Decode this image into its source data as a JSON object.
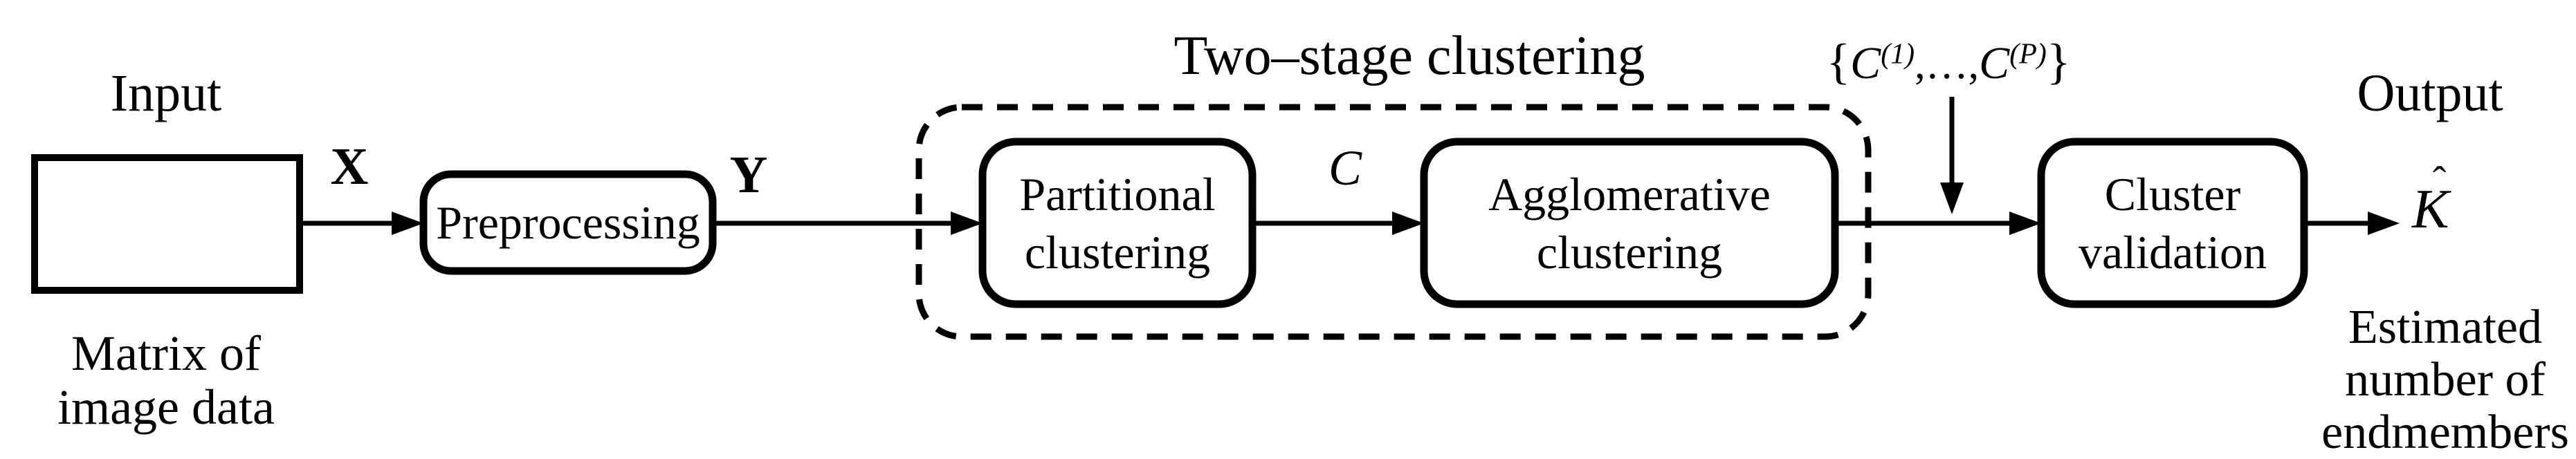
{
  "diagram": {
    "background": "#ffffff",
    "ink": "#000000",
    "input": {
      "title": "Input",
      "caption": [
        "Matrix of",
        "image data"
      ]
    },
    "signals": {
      "x": "X",
      "y": "Y",
      "c": "C",
      "k_hat": {
        "letter": "K",
        "hat": "ˆ"
      }
    },
    "two_stage": {
      "title": "Two–stage clustering"
    },
    "ensemble_label": {
      "open_brace": "{",
      "c_first": "C",
      "sup_first": "(1)",
      "separator": ",…,",
      "c_last": "C",
      "sup_last": "(P)",
      "close_brace": "}"
    },
    "boxes": {
      "preprocessing": {
        "label": "Preprocessing"
      },
      "partitional": {
        "lines": [
          "Partitional",
          "clustering"
        ]
      },
      "agglomerative": {
        "lines": [
          "Agglomerative",
          "clustering"
        ]
      },
      "cluster_validation": {
        "lines": [
          "Cluster",
          "validation"
        ]
      }
    },
    "output": {
      "title": "Output",
      "caption": [
        "Estimated",
        "number of",
        "endmembers"
      ]
    }
  }
}
